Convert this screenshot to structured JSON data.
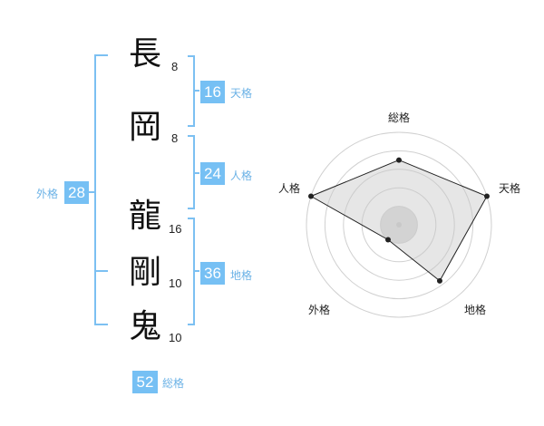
{
  "name": {
    "chars": [
      {
        "char": "長",
        "strokes": "8"
      },
      {
        "char": "岡",
        "strokes": "8"
      },
      {
        "char": "龍",
        "strokes": "16"
      },
      {
        "char": "剛",
        "strokes": "10"
      },
      {
        "char": "鬼",
        "strokes": "10"
      }
    ]
  },
  "fortunes": {
    "tenkaku": {
      "value": "16",
      "label": "天格"
    },
    "jinkaku": {
      "value": "24",
      "label": "人格"
    },
    "chikaku": {
      "value": "36",
      "label": "地格"
    },
    "gaikaku": {
      "value": "28",
      "label": "外格"
    },
    "soukaku": {
      "value": "52",
      "label": "総格"
    }
  },
  "radar": {
    "axes": [
      "総格",
      "天格",
      "地格",
      "外格",
      "人格"
    ],
    "values": [
      0.7,
      1.0,
      0.75,
      0.2,
      1.0
    ],
    "ring_count": 5,
    "colors": {
      "fill": "#e6e6e6",
      "ring": "#d0d0d0",
      "line": "#222222",
      "point": "#222222"
    }
  }
}
